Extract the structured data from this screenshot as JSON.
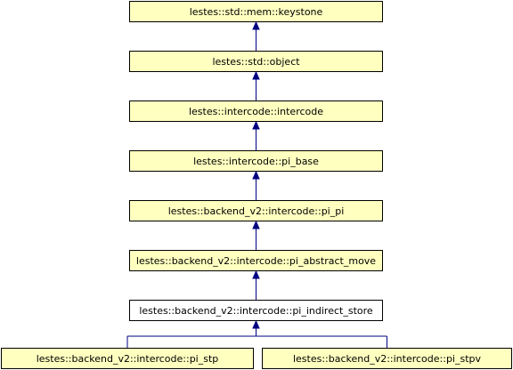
{
  "diagram": {
    "edge_color": "#000080",
    "link_fill": "#ffffc0",
    "current_fill": "#ffffff",
    "nodes": [
      {
        "id": "keystone",
        "label": "lestes::std::mem::keystone",
        "link": true
      },
      {
        "id": "object",
        "label": "lestes::std::object",
        "link": true
      },
      {
        "id": "intercode",
        "label": "lestes::intercode::intercode",
        "link": true
      },
      {
        "id": "pi_base",
        "label": "lestes::intercode::pi_base",
        "link": true
      },
      {
        "id": "pi_pi",
        "label": "lestes::backend_v2::intercode::pi_pi",
        "link": true
      },
      {
        "id": "pi_abstract_move",
        "label": "lestes::backend_v2::intercode::pi_abstract_move",
        "link": true
      },
      {
        "id": "pi_indirect_store",
        "label": "lestes::backend_v2::intercode::pi_indirect_store",
        "link": false
      },
      {
        "id": "pi_stp",
        "label": "lestes::backend_v2::intercode::pi_stp",
        "link": true
      },
      {
        "id": "pi_stpv",
        "label": "lestes::backend_v2::intercode::pi_stpv",
        "link": true
      }
    ],
    "edges": [
      {
        "from": "object",
        "to": "keystone"
      },
      {
        "from": "intercode",
        "to": "object"
      },
      {
        "from": "pi_base",
        "to": "intercode"
      },
      {
        "from": "pi_pi",
        "to": "pi_base"
      },
      {
        "from": "pi_abstract_move",
        "to": "pi_pi"
      },
      {
        "from": "pi_indirect_store",
        "to": "pi_abstract_move"
      },
      {
        "from": "pi_stp",
        "to": "pi_indirect_store"
      },
      {
        "from": "pi_stpv",
        "to": "pi_indirect_store"
      }
    ]
  }
}
